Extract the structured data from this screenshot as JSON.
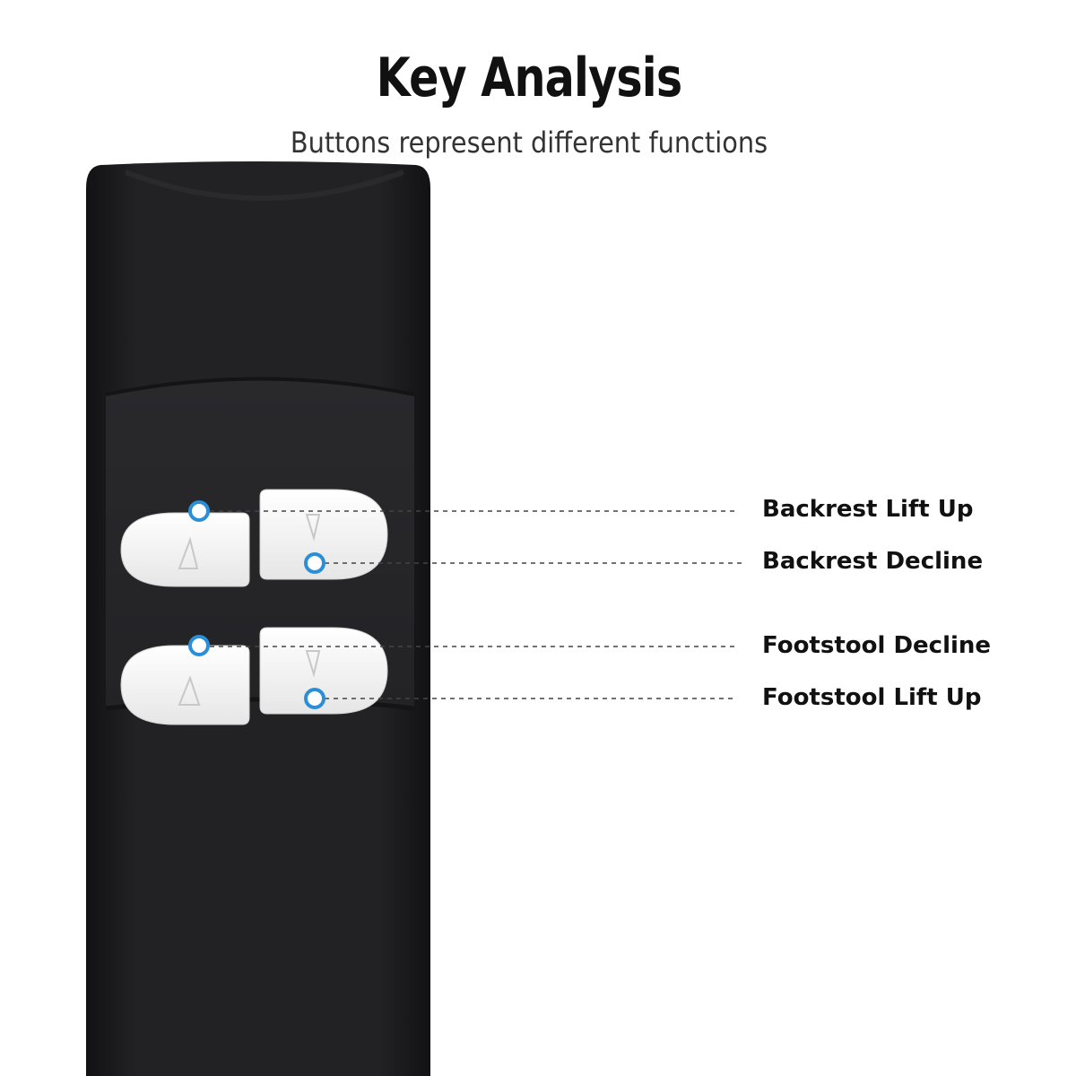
{
  "header": {
    "title": "Key Analysis",
    "subtitle": "Buttons represent different functions"
  },
  "callouts": [
    {
      "label": "Backrest Lift Up"
    },
    {
      "label": "Backrest Decline"
    },
    {
      "label": "Footstool Decline"
    },
    {
      "label": "Footstool Lift Up"
    }
  ],
  "buttons": [
    {
      "icon": "up-arrow-icon"
    },
    {
      "icon": "down-arrow-icon"
    },
    {
      "icon": "up-arrow-icon"
    },
    {
      "icon": "down-arrow-icon"
    }
  ],
  "colors": {
    "remote_body": "#1c1c1e",
    "button_face": "#f4f4f4",
    "callout_dot": "#2a8fd6",
    "leader_line": "#444444",
    "text": "#111111"
  }
}
